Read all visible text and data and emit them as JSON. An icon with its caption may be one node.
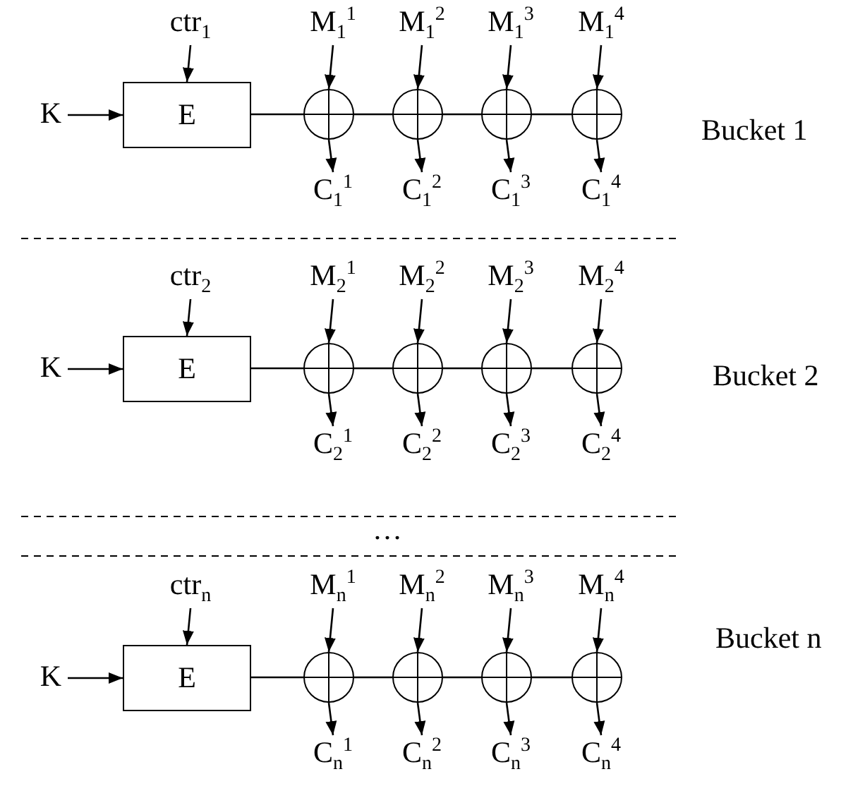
{
  "diagram": {
    "nodes": [
      {
        "text": [
          "ctr$_{1}$"
        ]
      },
      {
        "text": [
          "M$_{1}$$^{1}$"
        ]
      },
      {
        "text": [
          "M$_{1}$$^{2}$"
        ]
      },
      {
        "text": [
          "M$_{1}$$^{3}$"
        ]
      },
      {
        "text": [
          "M$_{1}$$^{4}$"
        ]
      },
      {
        "text": [
          "K"
        ]
      },
      {
        "text": [
          "E"
        ]
      },
      {
        "text": [],
        "shape": "circle"
      },
      {
        "text": [],
        "shape": "circle"
      },
      {
        "text": [],
        "shape": "circle"
      },
      {
        "text": [],
        "shape": "circle"
      },
      {
        "text": [
          "C$_{1}$$^{1}$"
        ]
      },
      {
        "text": [
          "C$_{1}$$^{2}$"
        ]
      },
      {
        "text": [
          "C$_{1}$$^{3}$"
        ]
      },
      {
        "text": [
          "C$_{1}$$^{4}$"
        ]
      },
      {
        "text": [
          "ctr$_{2}$"
        ]
      },
      {
        "text": [
          "M$_{2}$$^{1}$"
        ]
      },
      {
        "text": [
          "M$_{2}$$^{2}$"
        ]
      },
      {
        "text": [
          "M$_{2}$$^{3}$"
        ]
      },
      {
        "text": [
          "M$_{2}$$^{4}$"
        ]
      },
      {
        "text": [
          "K"
        ]
      },
      {
        "text": [
          "E"
        ]
      },
      {
        "text": [],
        "shape": "circle"
      },
      {
        "text": [],
        "shape": "circle"
      },
      {
        "text": [],
        "shape": "circle"
      },
      {
        "text": [],
        "shape": "circle"
      },
      {
        "text": [
          "C$_{2}$$^{1}$"
        ]
      },
      {
        "text": [
          "C$_{2}$$^{2}$"
        ]
      },
      {
        "text": [
          "C$_{2}$$^{3}$"
        ]
      },
      {
        "text": [
          "C$_{2}$$^{4}$"
        ]
      },
      {
        "text": [
          "ctr$_{n}$"
        ]
      },
      {
        "text": [
          "M$_{n}$$^{1}$"
        ]
      },
      {
        "text": [
          "M$_{n}$$^{2}$"
        ]
      },
      {
        "text": [
          "M$_{n}$$^{3}$"
        ]
      },
      {
        "text": [
          "M$_{n}$$^{4}$"
        ]
      },
      {
        "text": [
          "K"
        ]
      },
      {
        "text": [
          "E"
        ]
      },
      {
        "text": [],
        "shape": "circle"
      },
      {
        "text": [],
        "shape": "circle"
      },
      {
        "text": [],
        "shape": "circle"
      },
      {
        "text": [],
        "shape": "circle"
      },
      {
        "text": [
          "C$_{n}$$^{1}$"
        ]
      },
      {
        "text": [
          "C$_{n}$$^{2}$"
        ]
      },
      {
        "text": [
          "C$_{n}$$^{3}$"
        ]
      },
      {
        "text": [
          "C$_{n}$$^{4}$"
        ]
      }
    ],
    "edges": [
      {
        "from": 5,
        "to": 6,
        "arrow": "to"
      },
      {
        "from": 0,
        "to": 6,
        "arrow": "to"
      },
      {
        "from": 6,
        "to": 7,
        "arrow": "none"
      },
      {
        "from": 7,
        "to": 8,
        "arrow": "none"
      },
      {
        "from": 8,
        "to": 9,
        "arrow": "none"
      },
      {
        "from": 9,
        "to": 10,
        "arrow": "none"
      },
      {
        "from": 1,
        "to": 7,
        "arrow": "to"
      },
      {
        "from": 2,
        "to": 8,
        "arrow": "to"
      },
      {
        "from": 3,
        "to": 9,
        "arrow": "to"
      },
      {
        "from": 4,
        "to": 10,
        "arrow": "to"
      },
      {
        "from": 7,
        "to": 11,
        "arrow": "to"
      },
      {
        "from": 8,
        "to": 12,
        "arrow": "to"
      },
      {
        "from": 9,
        "to": 13,
        "arrow": "to"
      },
      {
        "from": 10,
        "to": 14,
        "arrow": "to"
      },
      {
        "from": 20,
        "to": 21,
        "arrow": "to"
      },
      {
        "from": 15,
        "to": 21,
        "arrow": "to"
      },
      {
        "from": 21,
        "to": 22,
        "arrow": "none"
      },
      {
        "from": 22,
        "to": 23,
        "arrow": "none"
      },
      {
        "from": 23,
        "to": 24,
        "arrow": "none"
      },
      {
        "from": 24,
        "to": 25,
        "arrow": "none"
      },
      {
        "from": 16,
        "to": 22,
        "arrow": "to"
      },
      {
        "from": 17,
        "to": 23,
        "arrow": "to"
      },
      {
        "from": 18,
        "to": 24,
        "arrow": "to"
      },
      {
        "from": 19,
        "to": 25,
        "arrow": "to"
      },
      {
        "from": 22,
        "to": 26,
        "arrow": "to"
      },
      {
        "from": 23,
        "to": 27,
        "arrow": "to"
      },
      {
        "from": 24,
        "to": 28,
        "arrow": "to"
      },
      {
        "from": 25,
        "to": 29,
        "arrow": "to"
      },
      {
        "from": 35,
        "to": 36,
        "arrow": "to"
      },
      {
        "from": 30,
        "to": 36,
        "arrow": "to"
      },
      {
        "from": 36,
        "to": 37,
        "arrow": "none"
      },
      {
        "from": 37,
        "to": 38,
        "arrow": "none"
      },
      {
        "from": 38,
        "to": 39,
        "arrow": "none"
      },
      {
        "from": 39,
        "to": 40,
        "arrow": "none"
      },
      {
        "from": 31,
        "to": 37,
        "arrow": "to"
      },
      {
        "from": 32,
        "to": 38,
        "arrow": "to"
      },
      {
        "from": 33,
        "to": 39,
        "arrow": "to"
      },
      {
        "from": 34,
        "to": 40,
        "arrow": "to"
      },
      {
        "from": 37,
        "to": 41,
        "arrow": "to"
      },
      {
        "from": 38,
        "to": 42,
        "arrow": "to"
      },
      {
        "from": 39,
        "to": 43,
        "arrow": "to"
      },
      {
        "from": 40,
        "to": 44,
        "arrow": "to"
      }
    ],
    "labels": [
      "Bucket 1",
      "Bucket 2",
      "…",
      "Bucket n"
    ]
  }
}
